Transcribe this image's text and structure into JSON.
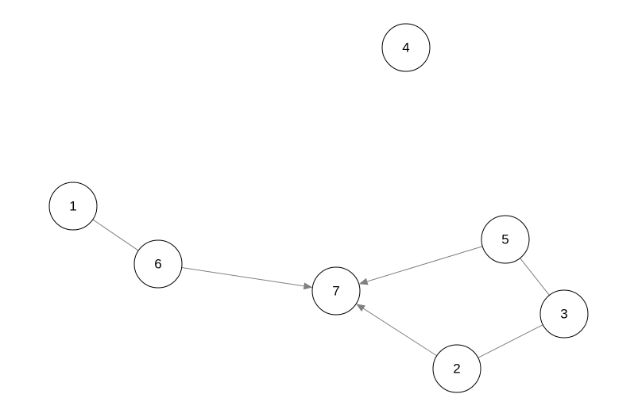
{
  "graph": {
    "nodes": [
      {
        "id": "1",
        "label": "1"
      },
      {
        "id": "2",
        "label": "2"
      },
      {
        "id": "3",
        "label": "3"
      },
      {
        "id": "4",
        "label": "4"
      },
      {
        "id": "5",
        "label": "5"
      },
      {
        "id": "6",
        "label": "6"
      },
      {
        "id": "7",
        "label": "7"
      }
    ],
    "edges": [
      {
        "from": "1",
        "to": "6",
        "directed": false
      },
      {
        "from": "6",
        "to": "7",
        "directed": true
      },
      {
        "from": "5",
        "to": "7",
        "directed": true
      },
      {
        "from": "2",
        "to": "7",
        "directed": true
      },
      {
        "from": "5",
        "to": "3",
        "directed": false
      },
      {
        "from": "3",
        "to": "2",
        "directed": false
      }
    ],
    "colors": {
      "node_fill": "#ffffff",
      "node_stroke": "#000000",
      "edge": "#808080",
      "background": "#ffffff"
    }
  }
}
